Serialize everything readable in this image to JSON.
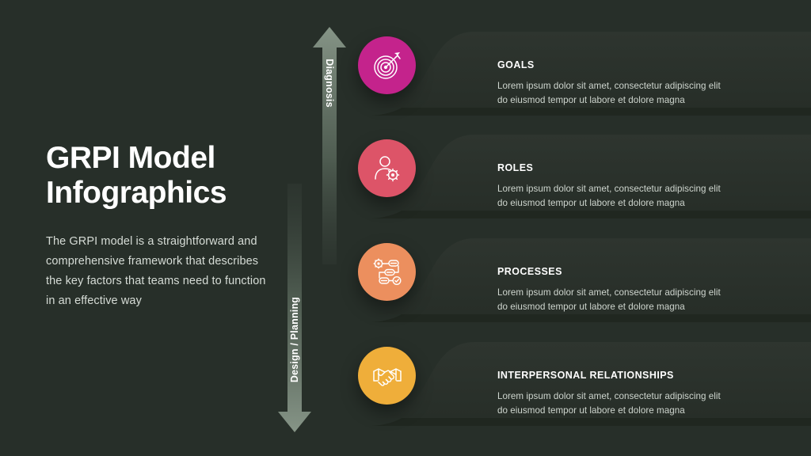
{
  "theme": {
    "background": "#272f29",
    "panel": "#2b322d",
    "panel_shadow": "#1e241f",
    "title_color": "#ffffff",
    "body_color": "#cfd6cf",
    "arrow_color": "#6f7f70"
  },
  "intro": {
    "title_line1": "GRPI Model",
    "title_line2": "Infographics",
    "description": "The GRPI model is a straightforward and comprehensive framework that describes the key factors that teams need to function in an effective way"
  },
  "arrows": [
    {
      "label": "Diagnosis",
      "direction": "up",
      "icon": "arrow-up-icon"
    },
    {
      "label": "Design / Planning",
      "direction": "down",
      "icon": "arrow-down-icon"
    }
  ],
  "rows": [
    {
      "title": "GOALS",
      "body_line1": "Lorem ipsum dolor sit amet, consectetur adipiscing elit",
      "body_line2": "do eiusmod tempor ut labore et dolore magna",
      "color": "#c4238c",
      "icon": "target-dart-icon"
    },
    {
      "title": "ROLES",
      "body_line1": "Lorem ipsum dolor sit amet, consectetur adipiscing elit",
      "body_line2": "do eiusmod tempor ut labore et dolore magna",
      "color": "#dd5468",
      "icon": "person-gear-icon"
    },
    {
      "title": "PROCESSES",
      "body_line1": "Lorem ipsum dolor sit amet, consectetur adipiscing elit",
      "body_line2": "do eiusmod tempor ut labore et dolore magna",
      "color": "#ec8f5e",
      "icon": "workflow-icon"
    },
    {
      "title": "INTERPERSONAL RELATIONSHIPS",
      "body_line1": "Lorem ipsum dolor sit amet, consectetur adipiscing elit",
      "body_line2": "do eiusmod tempor ut labore et dolore magna",
      "color": "#efae3a",
      "icon": "handshake-icon"
    }
  ]
}
